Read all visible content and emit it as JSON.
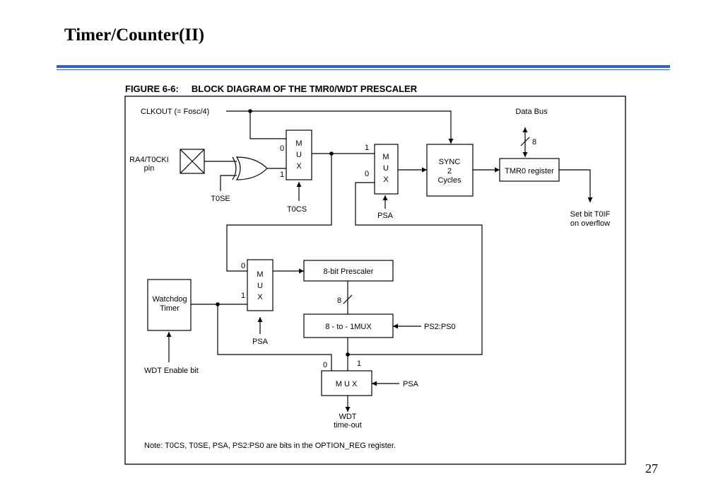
{
  "slide": {
    "title": "Timer/Counter(II)",
    "page_number": "27",
    "rule_color": "#2e5fd6"
  },
  "figure": {
    "title": "FIGURE 6-6:     BLOCK DIAGRAM OF THE TMR0/WDT PRESCALER",
    "labels": {
      "clkout": "CLKOUT (= Fosc/4)",
      "pin_line1": "RA4/T0CKI",
      "pin_line2": "pin",
      "t0se": "T0SE",
      "t0cs": "T0CS",
      "psa": "PSA",
      "data_bus": "Data Bus",
      "bus_width": "8",
      "t0if_line1": "Set bit T0IF",
      "t0if_line2": "on overflow",
      "watchdog_line1": "Watchdog",
      "watchdog_line2": "Timer",
      "wdt_enable": "WDT Enable bit",
      "ps_bits": "PS2:PS0",
      "prescale_width": "8",
      "wdt_timeout_line1": "WDT",
      "wdt_timeout_line2": "time-out",
      "note": "Note: T0CS, T0SE, PSA, PS2:PS0 are bits in the OPTION_REG register."
    },
    "blocks": {
      "mux_m": "M",
      "mux_u": "U",
      "mux_x": "X",
      "mux_inline": "M U X",
      "sync_line1": "SYNC",
      "sync_line2": "2",
      "sync_line3": "Cycles",
      "tmr0": "TMR0 register",
      "prescaler": "8-bit Prescaler",
      "mux_8to1": "8 - to  - 1MUX"
    },
    "inputs": {
      "zero": "0",
      "one": "1"
    }
  }
}
